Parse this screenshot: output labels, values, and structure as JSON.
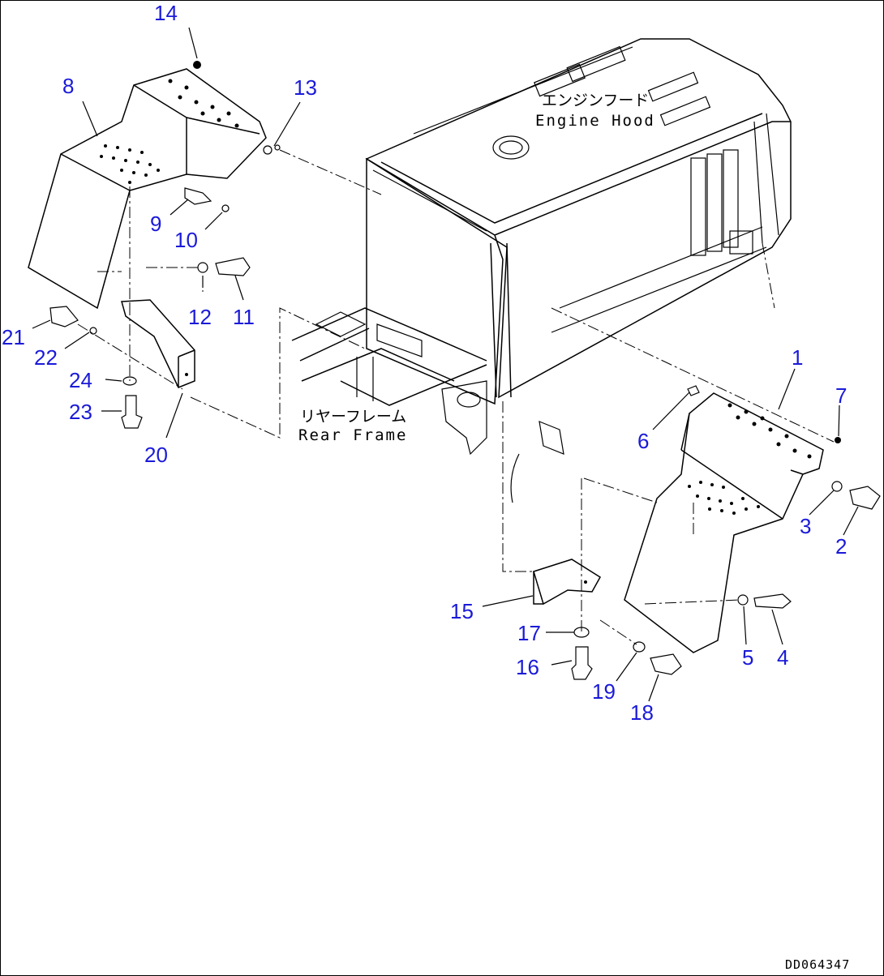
{
  "labels": {
    "engine_hood_jp": "エンジンフード",
    "engine_hood_en": "Engine Hood",
    "rear_frame_jp": "リヤーフレーム",
    "rear_frame_en": "Rear Frame",
    "drawing_code": "DD064347"
  },
  "callouts": [
    "1",
    "2",
    "3",
    "4",
    "5",
    "6",
    "7",
    "8",
    "9",
    "10",
    "11",
    "12",
    "13",
    "14",
    "15",
    "16",
    "17",
    "18",
    "19",
    "20",
    "21",
    "22",
    "23",
    "24"
  ],
  "colors": {
    "callout": "#1a1ad9",
    "line": "#000000"
  }
}
